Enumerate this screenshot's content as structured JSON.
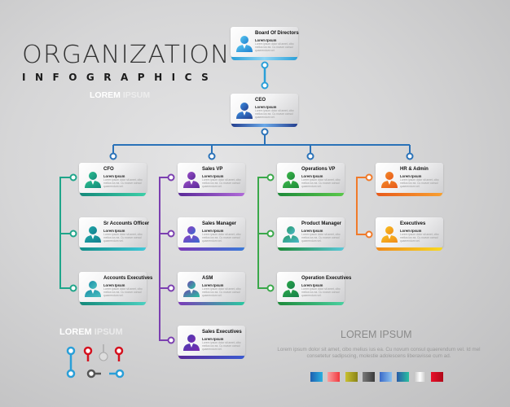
{
  "header": {
    "title": "ORGANIZATION",
    "subtitle": "INFOGRAPHICS",
    "tagline_bold": "LOREM",
    "tagline_light": "IPSUM"
  },
  "card_subtitle": "Lorem Ipsum",
  "card_description": "Lorem ipsum dolor sit amet, cibo melius ius ea. Cu novum consul quaerendum vel.",
  "chart": {
    "board": {
      "name": "Board Of Directors",
      "color": "#2a9fd8"
    },
    "ceo": {
      "name": "CEO",
      "color": "#2c5ea8"
    },
    "columns": [
      {
        "color": "#1fa58a",
        "items": [
          "CFO",
          "Sr Accounts Officer",
          "Accounts Executives"
        ]
      },
      {
        "color": "#7b3fb0",
        "items": [
          "Sales VP",
          "Sales Manager",
          "ASM",
          "Sales Executives"
        ]
      },
      {
        "color": "#3aa84a",
        "items": [
          "Operations VP",
          "Product Manager",
          "Operation Executives"
        ]
      },
      {
        "color": "#f07a2a",
        "items": [
          "HR & Admin",
          "Executives"
        ]
      }
    ]
  },
  "legend": {
    "title_bold": "LOREM",
    "title_light": "IPSUM"
  },
  "footer": {
    "title": "LOREM IPSUM",
    "paragraph": "Lorem ipsum dolor sit amet, cibo melius ius ea. Cu novum consul quaerendum vel. Id mel consetetur sadipscing, molestie adolescens liberavisse cum ad."
  },
  "palette": [
    "#1e7fd0",
    "#f2484e",
    "#a8a228",
    "#5a5a5a",
    "#5b8fd6",
    "#2aa39a",
    "#e6e6e6",
    "#d4121f"
  ]
}
